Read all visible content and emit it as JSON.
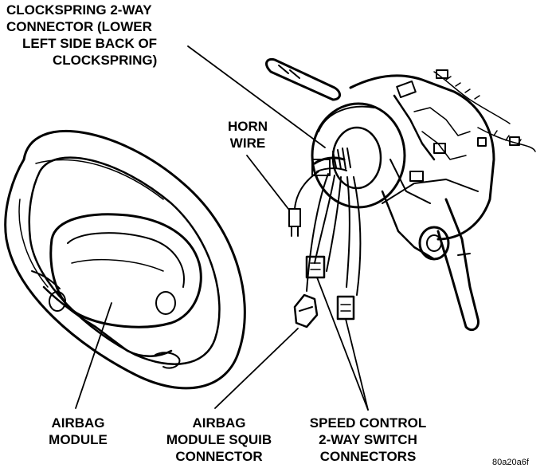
{
  "labels": {
    "clockspring_connector": [
      "CLOCKSPRING 2-WAY",
      "CONNECTOR (LOWER",
      "LEFT SIDE BACK OF",
      "CLOCKSPRING)"
    ],
    "horn_wire": [
      "HORN",
      "WIRE"
    ],
    "airbag_module": [
      "AIRBAG",
      "MODULE"
    ],
    "squib_connector": [
      "AIRBAG",
      "MODULE SQUIB",
      "CONNECTOR"
    ],
    "speed_control": [
      "SPEED CONTROL",
      "2-WAY SWITCH",
      "CONNECTORS"
    ]
  },
  "figure_id": "80a20a6f",
  "colors": {
    "ink": "#000000",
    "paper": "#ffffff"
  }
}
